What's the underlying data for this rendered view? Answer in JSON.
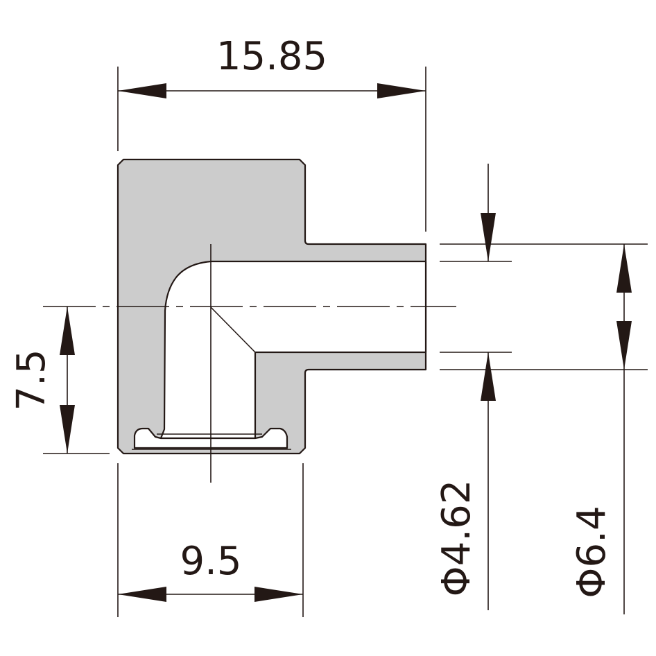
{
  "drawing": {
    "dimensions": {
      "overall_width": "15.85",
      "bottom_width": "9.5",
      "center_height": "7.5",
      "inner_diameter": "Φ4.62",
      "outer_diameter": "Φ6.4"
    },
    "colors": {
      "body_fill": "#cccccc",
      "ink": "#231815",
      "background": "#ffffff"
    }
  }
}
